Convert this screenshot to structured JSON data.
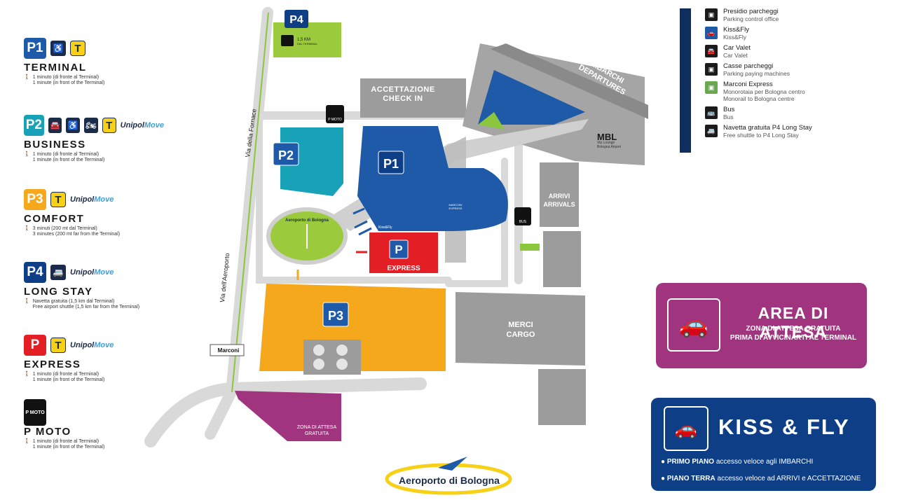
{
  "legend_left": [
    {
      "badge": "P1",
      "color": "#1e5aa8",
      "icons": [
        "wheelchair-icon"
      ],
      "taxi": "T",
      "unipol": false,
      "name": "TERMINAL",
      "lines": [
        "1 minuto (di fronte al Terminal)",
        "1 minute (in front of the Terminal)"
      ]
    },
    {
      "badge": "P2",
      "color": "#17a2b8",
      "icons": [
        "car-valet-icon",
        "wheelchair-icon",
        "motorbike-icon"
      ],
      "taxi": "T",
      "unipol": true,
      "name": "BUSINESS",
      "lines": [
        "1 minuto (di fronte al Terminal)",
        "1 minute (in front of the Terminal)"
      ]
    },
    {
      "badge": "P3",
      "color": "#f5a81c",
      "icons": [],
      "taxi": "T",
      "unipol": true,
      "name": "COMFORT",
      "lines": [
        "3 minuti (200 mt dal Terminal)",
        "3 minutes (200 mt far from the Terminal)"
      ]
    },
    {
      "badge": "P4",
      "color": "#0e3f86",
      "icons": [
        "shuttle-icon"
      ],
      "taxi": "",
      "unipol": true,
      "name": "LONG STAY",
      "lines": [
        "Navetta gratuita (1,5 km dal Terminal)",
        "Free airport shuttle (1,5 km far from the Terminal)"
      ]
    },
    {
      "badge": "P",
      "color": "#e31e24",
      "icons": [],
      "taxi": "T",
      "unipol": true,
      "name": "EXPRESS",
      "lines": [
        "1 minuto (di fronte al Terminal)",
        "1 minute (in front of the Terminal)"
      ]
    },
    {
      "badge": "P MOTO",
      "color": "#111111",
      "icons": [],
      "taxi": "",
      "unipol": false,
      "name": "P MOTO",
      "lines": [
        "1 minuto (di fronte al Terminal)",
        "1 minute (in front of the Terminal)"
      ]
    }
  ],
  "unipol_label": {
    "a": "Unipol",
    "b": "Move"
  },
  "legend_right": [
    {
      "icon": "parking-office-icon",
      "it": "Presidio parcheggi",
      "en": "Parking control office"
    },
    {
      "icon": "kiss-fly-icon",
      "it": "Kiss&Fly",
      "en": "Kiss&Fly"
    },
    {
      "icon": "car-valet-icon",
      "it": "Car Valet",
      "en": "Car Valet"
    },
    {
      "icon": "pay-machine-icon",
      "it": "Casse parcheggi",
      "en": "Parking paying machines"
    },
    {
      "icon": "monorail-icon",
      "it": "Marconi Express",
      "en": "Monorotaia per Bologna centro",
      "en2": "Monorail to Bologna centre"
    },
    {
      "icon": "bus-icon",
      "it": "Bus",
      "en": "Bus"
    },
    {
      "icon": "shuttle-icon",
      "it": "Navetta gratuita P4 Long Stay",
      "en": "Free shuttle to P4 Long Stay"
    }
  ],
  "map": {
    "p4": "P4",
    "p4_distance": "1,5 KM",
    "p4_sub": "DAL TERMINAL",
    "road_fornace": "Via della Fornace",
    "road_aeroporto": "Via dell'Aeroporto",
    "checkin_it": "ACCETTAZIONE",
    "checkin_en": "CHECK IN",
    "departures_it": "IMBARCHI",
    "departures_en": "DEPARTURES",
    "mbl": "MBL",
    "mbl_sub1": "Vip Lounge",
    "mbl_sub2": "Bologna Airport",
    "p2": "P2",
    "p1": "P1",
    "p3": "P3",
    "pmoto": "P MOTO",
    "express_p": "P",
    "express": "EXPRESS",
    "arrivals_it": "ARRIVI",
    "arrivals_en": "ARRIVALS",
    "cargo_it": "MERCI",
    "cargo_en": "CARGO",
    "roundabout": "Aeroporto di Bologna",
    "marconi_sign": "Marconi",
    "waiting_it": "ZONA DI ATTESA",
    "waiting_it2": "GRATUITA",
    "kissfly_lane": "Kiss&Fly",
    "marconi_express": "MARCONI EXPRESS",
    "bus": "BUS"
  },
  "area_attesa": {
    "title": "AREA DI ATTESA",
    "line1": "ZONA DI ATTESA GRATUITA",
    "line2": "PRIMA DI AVVICINARTI AL TERMINAL"
  },
  "kiss_fly": {
    "title": "KISS & FLY",
    "row1_bold": "PRIMO PIANO",
    "row1_text": "accesso veloce agli IMBARCHI",
    "row2_bold": "PIANO TERRA",
    "row2_text": "accesso veloce ad ARRIVI e ACCETTAZIONE"
  },
  "footer_logo": "Aeroporto di Bologna"
}
